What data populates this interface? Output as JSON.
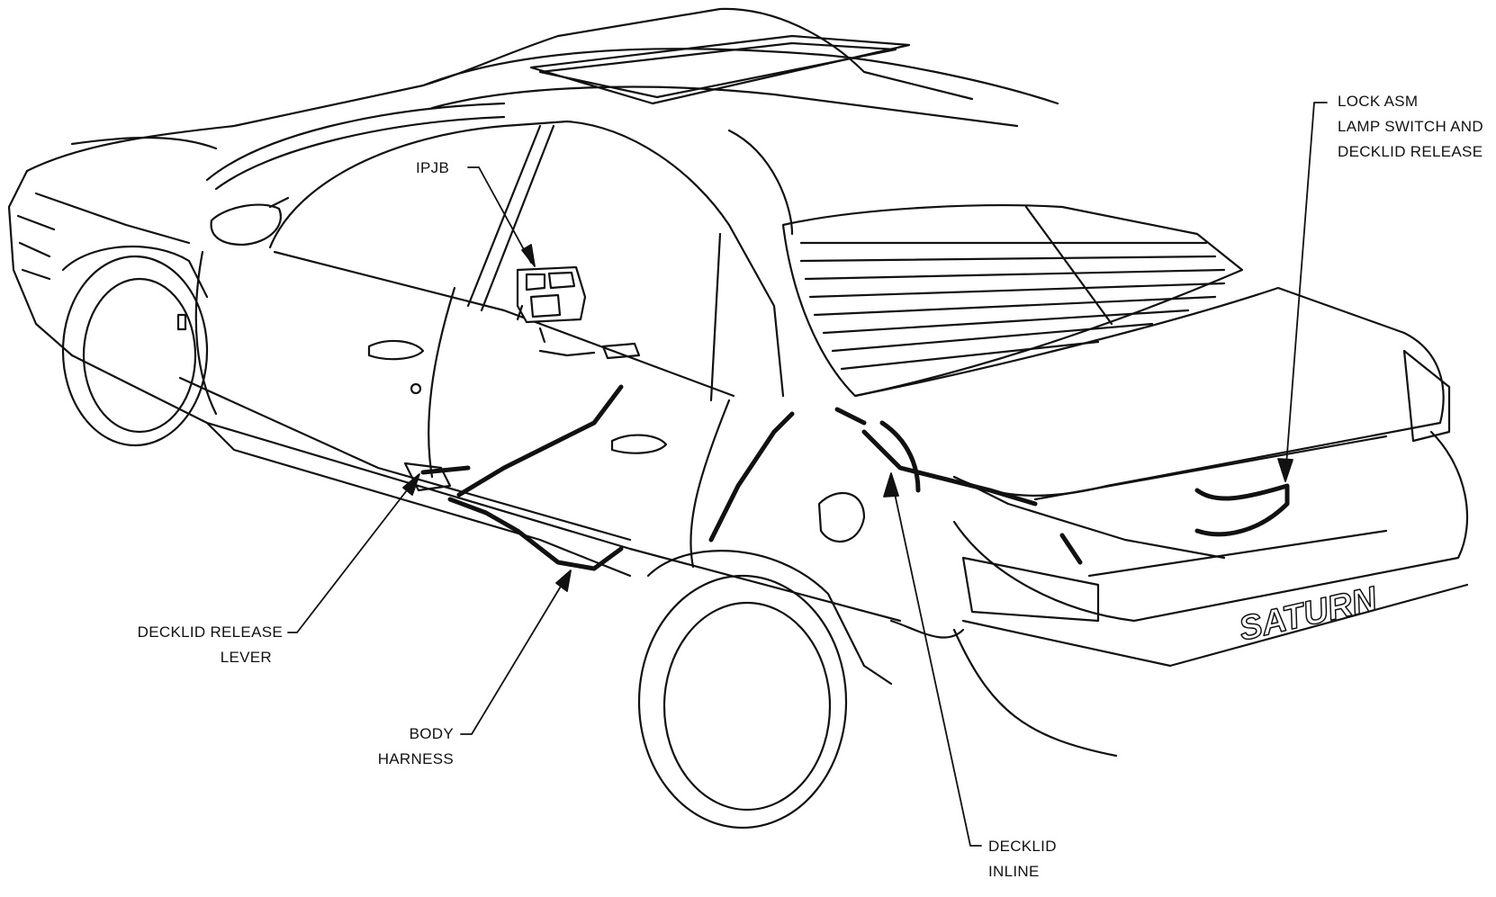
{
  "labels": {
    "ipjb": "IPJB",
    "lock_asm_line1": "LOCK ASM",
    "lock_asm_line2": "LAMP SWITCH AND",
    "lock_asm_line3": "DECKLID RELEASE",
    "decklid_release_lever_line1": "DECKLID RELEASE",
    "decklid_release_lever_line2": "LEVER",
    "body_harness_line1": "BODY",
    "body_harness_line2": "HARNESS",
    "decklid_inline_line1": "DECKLID",
    "decklid_inline_line2": "INLINE"
  },
  "brand_badge": "SATURN",
  "colors": {
    "ink": "#111111",
    "background": "#ffffff"
  }
}
